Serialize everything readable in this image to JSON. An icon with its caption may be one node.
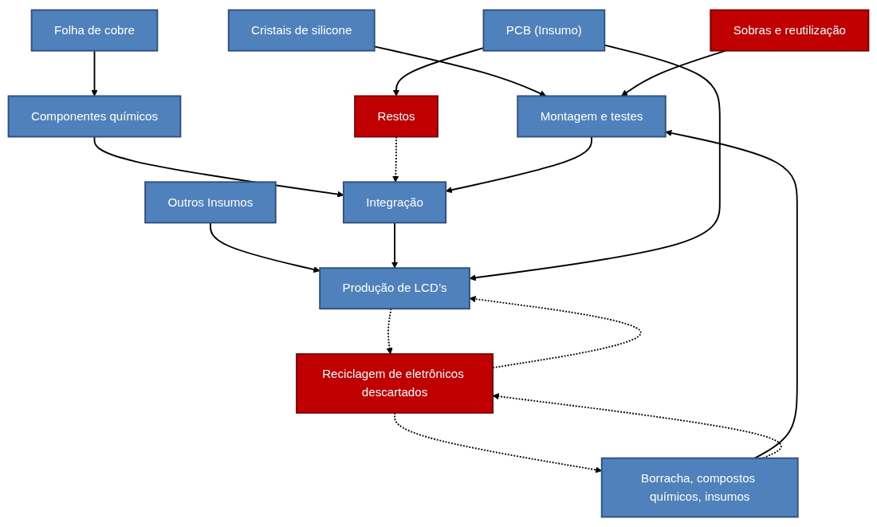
{
  "diagram": {
    "nodes": [
      {
        "text": [
          "Cristais de silicone"
        ]
      },
      {
        "text": [
          "Borracha, compostos químicos, insumos"
        ]
      },
      {
        "text": [
          "Reciclagem de eletrônicos descartados"
        ]
      },
      {
        "text": [
          "Folha de cobre"
        ]
      },
      {
        "text": [
          "Montagem e testes"
        ]
      },
      {
        "text": [
          "Outros Insumos"
        ]
      },
      {
        "text": [
          "Produção de LCD’s"
        ]
      },
      {
        "text": [
          "Componentes químicos"
        ]
      },
      {
        "text": [
          "Sobras e reutilização"
        ]
      },
      {
        "text": [
          "Integração"
        ]
      },
      {
        "text": [
          "PCB (Insumo)"
        ]
      },
      {
        "text": [
          "Restos"
        ]
      }
    ],
    "edges": [
      {
        "from": 0,
        "to": 4,
        "arrow": "to"
      },
      {
        "from": 1,
        "to": 4,
        "arrow": "to"
      },
      {
        "from": 2,
        "to": 1,
        "arrow": "to",
        "style": "dashed"
      },
      {
        "from": 1,
        "to": 2,
        "arrow": "to",
        "style": "dashed"
      },
      {
        "from": 2,
        "to": 6,
        "arrow": "to",
        "style": "dashed"
      },
      {
        "from": 6,
        "to": 2,
        "arrow": "to",
        "style": "dashed"
      },
      {
        "from": 3,
        "to": 7,
        "arrow": "to"
      },
      {
        "from": 5,
        "to": 6,
        "arrow": "to"
      },
      {
        "from": 7,
        "to": 9,
        "arrow": "to"
      },
      {
        "from": 8,
        "to": 4,
        "arrow": "to"
      },
      {
        "from": 9,
        "to": 6,
        "arrow": "to"
      },
      {
        "from": 10,
        "to": 6,
        "arrow": "to"
      },
      {
        "from": 10,
        "to": 11,
        "arrow": "to"
      },
      {
        "from": 11,
        "to": 9,
        "arrow": "to",
        "style": "dashed"
      },
      {
        "from": 4,
        "to": 9,
        "arrow": "to"
      }
    ]
  }
}
